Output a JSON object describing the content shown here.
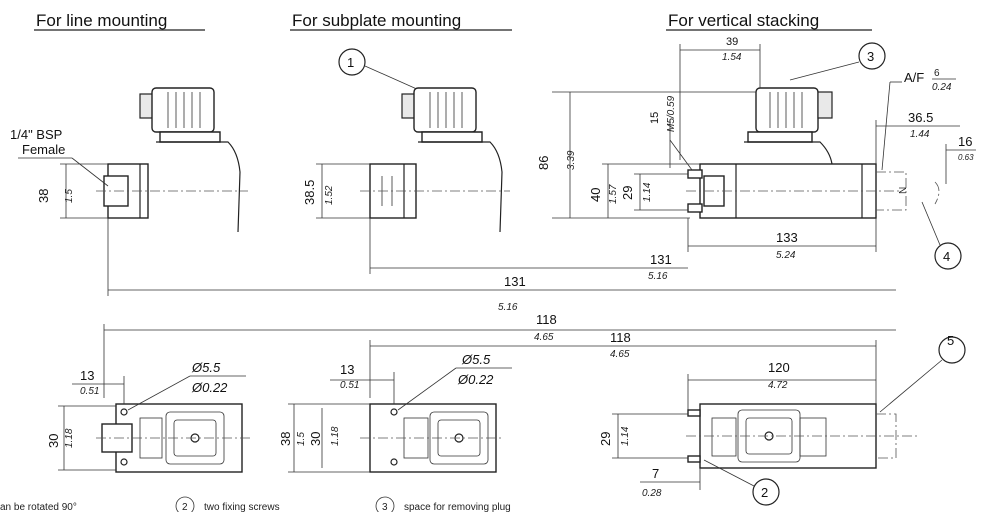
{
  "titles": {
    "line": "For line mounting",
    "subplate": "For subplate mounting",
    "vertical": "For vertical stacking"
  },
  "port_label": {
    "line1": "1/4\" BSP",
    "line2": "Female"
  },
  "callouts": {
    "c1": "1",
    "c2": "2",
    "c3": "3",
    "c4": "4",
    "c5": "5"
  },
  "af": {
    "prefix": "A/F",
    "mm": "6",
    "inch": "0.24"
  },
  "dims": {
    "d38_mm": "38",
    "d38_in": "1.5",
    "d38b_mm": "38.5",
    "d38b_in": "1.52",
    "d86_mm": "86",
    "d86_in": "3.39",
    "d15_mm": "15",
    "d15_in": "M5/0.59",
    "d40_mm": "40",
    "d40_in": "1.57",
    "d29_mm": "29",
    "d29_in": "1.14",
    "d39_mm": "39",
    "d39_in": "1.54",
    "d36_mm": "36.5",
    "d36_in": "1.44",
    "d16_mm": "16",
    "d16_in": "0.63",
    "d133_mm": "133",
    "d133_in": "5.24",
    "d131a_mm": "131",
    "d131a_in": "5.16",
    "d131b_mm": "131",
    "d131b_in": "5.16",
    "d118a_mm": "118",
    "d118a_in": "4.65",
    "d118b_mm": "118",
    "d118b_in": "4.65",
    "d120_mm": "120",
    "d120_in": "4.72",
    "d13a_mm": "13",
    "d13a_in": "0.51",
    "d13b_mm": "13",
    "d13b_in": "0.51",
    "dia1_mm": "Ø5.5",
    "dia1_in": "Ø0.22",
    "dia2_mm": "Ø5.5",
    "dia2_in": "Ø0.22",
    "d30a_mm": "30",
    "d30a_in": "1.18",
    "d38c_mm": "38",
    "d38c_in": "1.5",
    "d30b_mm": "30",
    "d30b_in": "1.18",
    "d29b_mm": "29",
    "d29b_in": "1.14",
    "d7_mm": "7",
    "d7_in": "0.28"
  },
  "footnotes": {
    "n1": "an be rotated 90°",
    "n2": "two fixing screws",
    "n3": "space for removing plug"
  }
}
